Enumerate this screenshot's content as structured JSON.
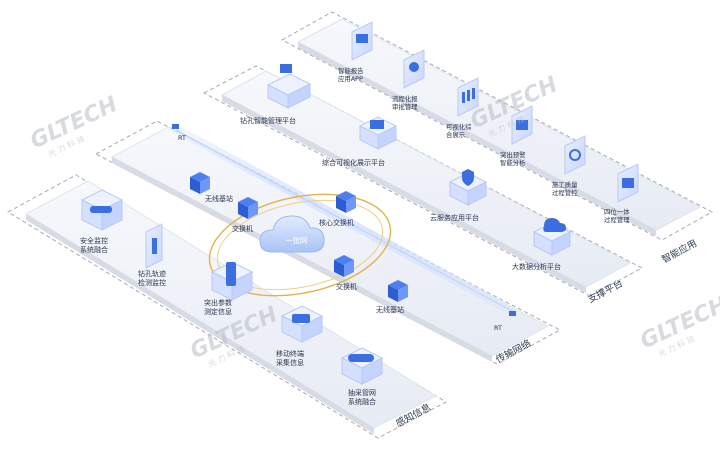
{
  "layers": {
    "smart_apps": "智能应用",
    "support_platform": "支撑平台",
    "transport_network": "传输网络",
    "perception": "感知信息"
  },
  "apps": [
    {
      "line1": "智能报告",
      "line2": "应用APP"
    },
    {
      "line1": "流程化报",
      "line2": "审批管理"
    },
    {
      "line1": "可视化综",
      "line2": "合展示"
    },
    {
      "line1": "突出预警",
      "line2": "智能分析"
    },
    {
      "line1": "施工质量",
      "line2": "过程管控"
    },
    {
      "line1": "四位一体",
      "line2": "过程管理"
    }
  ],
  "platforms": [
    {
      "label": "钻孔智能管理平台"
    },
    {
      "label": "综合可视化展示平台"
    },
    {
      "label": "云服务应用平台"
    },
    {
      "label": "大数据分析平台"
    }
  ],
  "network": {
    "cloud": "一张网",
    "core_switch": "核心交换机",
    "switch_left": "交换机",
    "switch_bottom": "交换机",
    "base_top": "无线基站",
    "base_bottom": "无线基站",
    "end_top": "RT",
    "end_bottom": "RT"
  },
  "sensors": [
    {
      "line1": "安全监控",
      "line2": "系统融合"
    },
    {
      "line1": "钻孔轨迹",
      "line2": "检测监控"
    },
    {
      "line1": "突出参数",
      "line2": "测定信息"
    },
    {
      "line1": "移动终端",
      "line2": "采集信息"
    },
    {
      "line1": "抽采管网",
      "line2": "系统融合"
    }
  ],
  "watermark": {
    "brand": "GLTECH",
    "sub": "光 力 科 技"
  },
  "colors": {
    "accent": "#3b6fe0",
    "accent_light": "#cfdcff",
    "ring": "#e0b040",
    "box": "#a4a9b8"
  }
}
